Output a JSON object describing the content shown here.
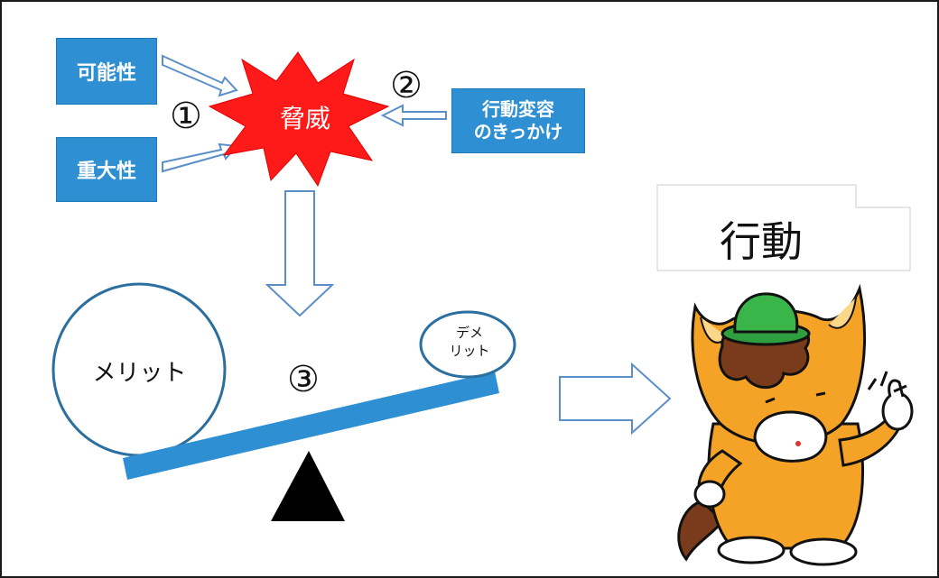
{
  "nodes": {
    "possibility": "可能性",
    "severity": "重大性",
    "threat": "脅威",
    "trigger_line1": "行動変容",
    "trigger_line2": "のきっかけ",
    "merit": "メリット",
    "demerit_line1": "デメ",
    "demerit_line2": "リット",
    "action": "行動"
  },
  "step_markers": [
    "①",
    "②",
    "③"
  ],
  "colors": {
    "box_fill": "#2f8fd3",
    "threat_fill": "#ff1a1a",
    "seesaw_beam": "#2f8fd3",
    "arrow_stroke": "#5b8fc8",
    "mascot_body": "#f4a326",
    "mascot_hat": "#2e9e3e"
  },
  "icons": [
    "fulcrum-triangle-icon",
    "mascot-character-icon"
  ]
}
